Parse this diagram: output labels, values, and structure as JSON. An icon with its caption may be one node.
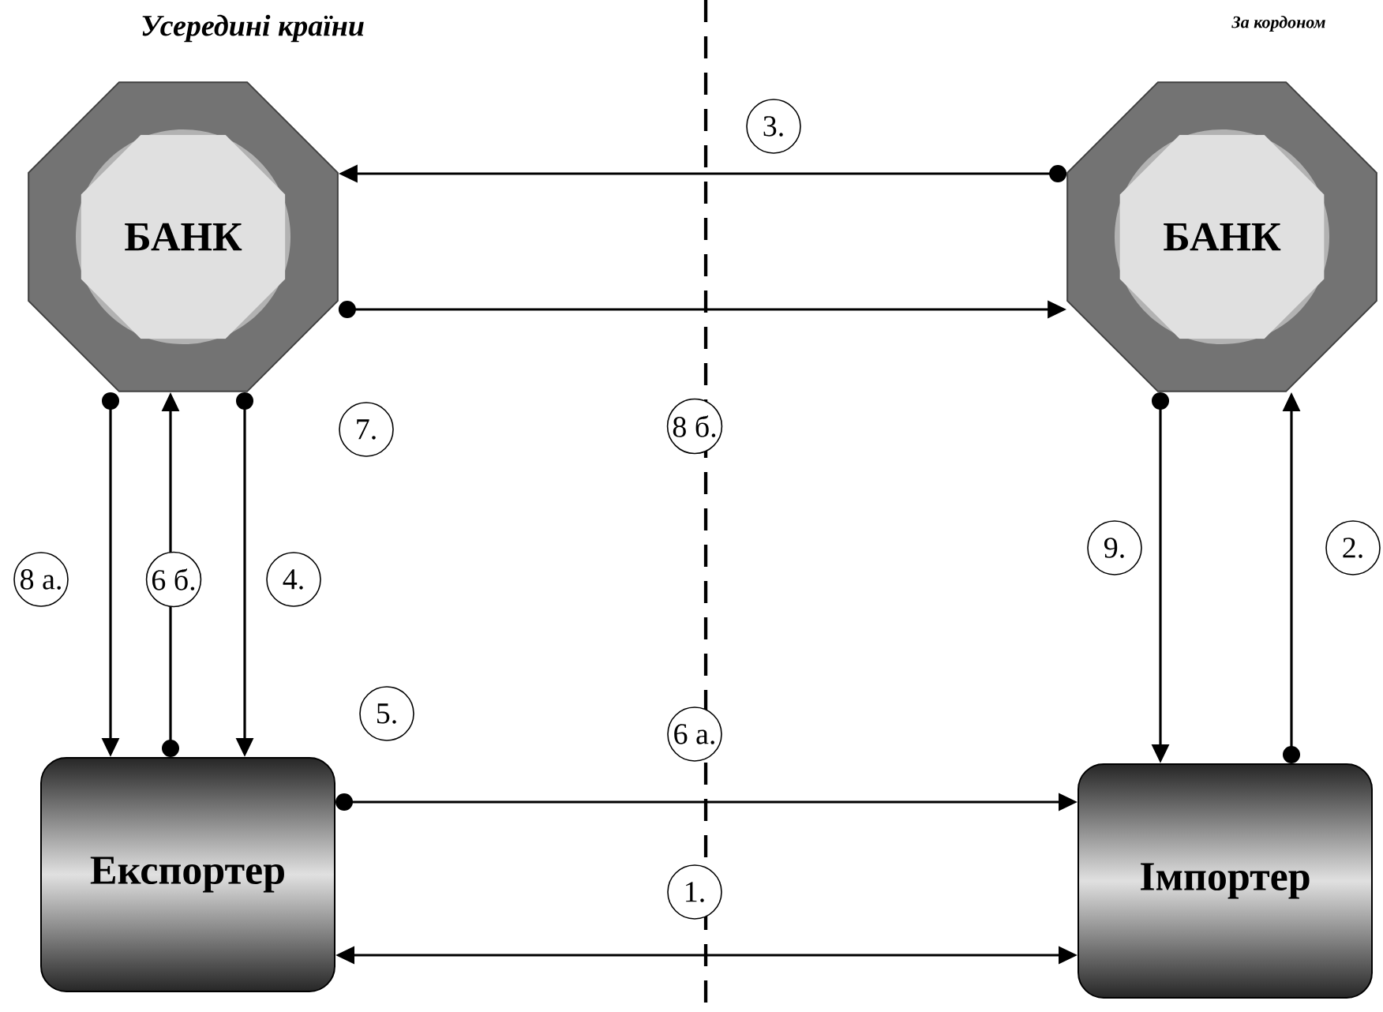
{
  "diagram": {
    "nodes": [
      {
        "text": [
          "БАНК"
        ]
      },
      {
        "text": [
          "БАНК"
        ]
      },
      {
        "text": [
          "Експортер"
        ]
      },
      {
        "text": [
          "Імпортер"
        ]
      }
    ],
    "edges": [
      {
        "from": 1,
        "to": 0,
        "arrow": "to",
        "label": "3."
      },
      {
        "from": 0,
        "to": 1,
        "arrow": "to",
        "label": "8 б."
      },
      {
        "from": 0,
        "to": 2,
        "arrow": "to",
        "label": "8 а."
      },
      {
        "from": 2,
        "to": 0,
        "arrow": "to",
        "label": "6 б."
      },
      {
        "from": 0,
        "to": 2,
        "arrow": "to",
        "label": "4."
      },
      {
        "from": 2,
        "to": 3,
        "arrow": "to",
        "label": "6 а."
      },
      {
        "from": 3,
        "to": 2,
        "arrow": "both",
        "label": "1."
      },
      {
        "from": 1,
        "to": 3,
        "arrow": "to",
        "label": "9."
      },
      {
        "from": 3,
        "to": 1,
        "arrow": "to",
        "label": "2."
      }
    ],
    "labels": [
      "Усередині країни",
      "За кордоном",
      "7.",
      "5."
    ]
  }
}
